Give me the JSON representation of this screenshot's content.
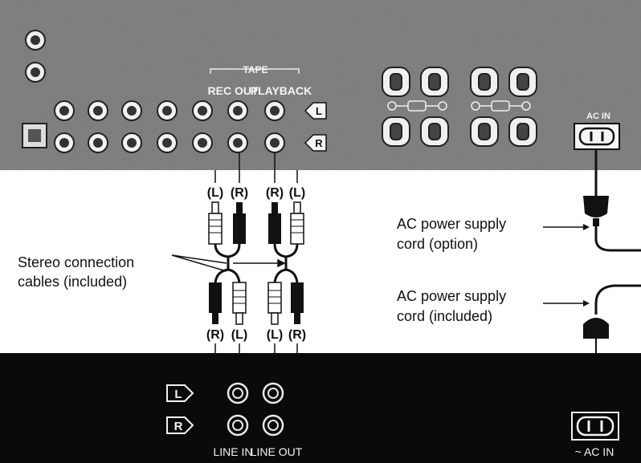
{
  "top_panel": {
    "tape_label": "TAPE",
    "rec_out_label": "REC OUT",
    "playback_label": "PLAYBACK",
    "left_badge": "L",
    "right_badge": "R",
    "ac_in_label": "AC IN"
  },
  "cable_labels": {
    "top": [
      "(L)",
      "(R)",
      "(R)",
      "(L)"
    ],
    "bottom": [
      "(R)",
      "(L)",
      "(L)",
      "(R)"
    ]
  },
  "callouts": {
    "stereo_cables_line1": "Stereo connection",
    "stereo_cables_line2": "cables (included)",
    "ac_cord_option_line1": "AC power supply",
    "ac_cord_option_line2": "cord (option)",
    "ac_cord_included_line1": "AC power supply",
    "ac_cord_included_line2": "cord (included)"
  },
  "bottom_panel": {
    "left_badge": "L",
    "right_badge": "R",
    "line_in_label": "LINE IN",
    "line_out_label": "LINE OUT",
    "ac_in_label": "~ AC IN"
  },
  "colors": {
    "panel_top": "#6b6b6b",
    "panel_bottom": "#0a0a0a",
    "line": "#111111"
  }
}
